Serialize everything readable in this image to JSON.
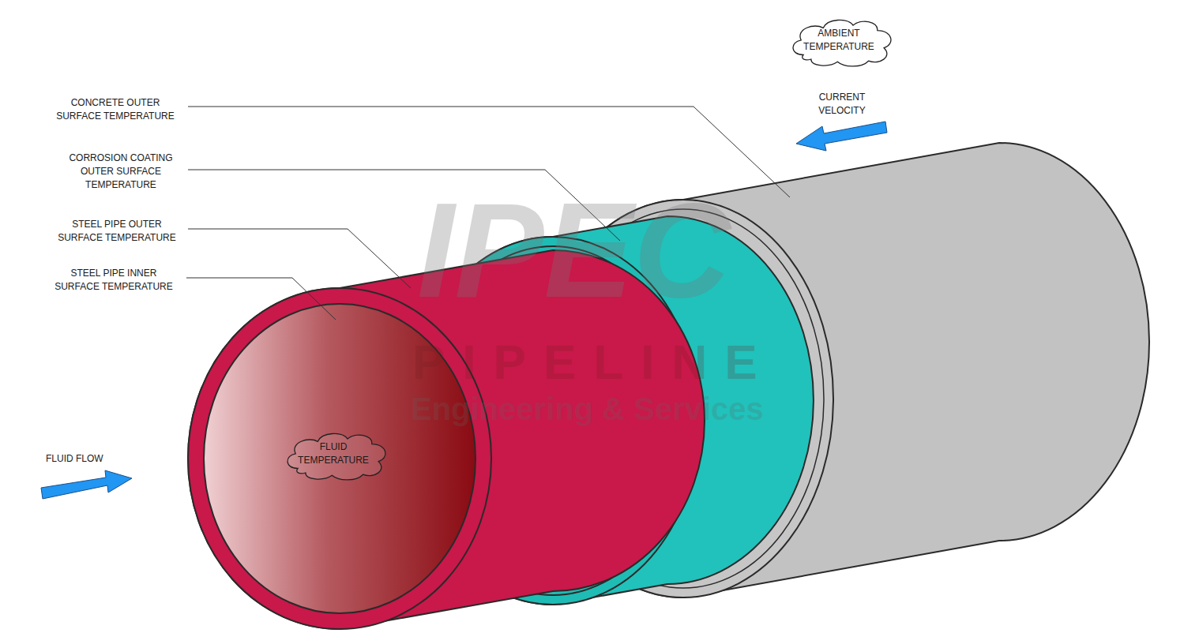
{
  "diagram": {
    "nodes": [
      {
        "text": [
          "AMBIENT TEMPERATURE"
        ]
      },
      {
        "text": [
          "FLUID TEMPERATURE"
        ]
      }
    ],
    "labels": [
      "CONCRETE OUTER SURFACE TEMPERATURE",
      "CORROSION COATING OUTER SURFACE TEMPERATURE",
      "STEEL PIPE OUTER SURFACE TEMPERATURE",
      "STEEL PIPE INNER SURFACE TEMPERATURE",
      "CURRENT VELOCITY",
      "FLUID FLOW",
      "IPEC",
      "PIPELINE",
      "Engineering & Services"
    ]
  }
}
